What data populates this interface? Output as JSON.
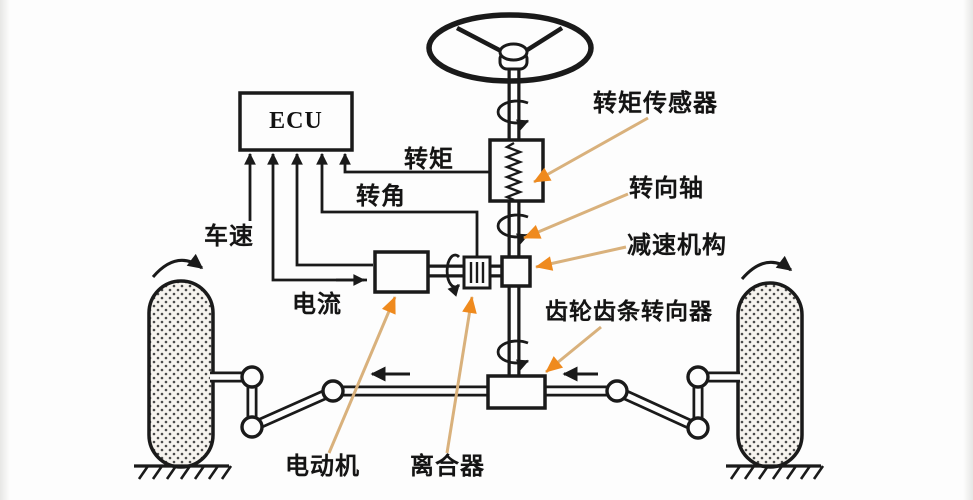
{
  "ecu": {
    "label": "ECU"
  },
  "signals": {
    "vehicle_speed": "车速",
    "current": "电流",
    "torque": "转矩",
    "steering_angle": "转角"
  },
  "components": {
    "torque_sensor": "转矩传感器",
    "steering_shaft": "转向轴",
    "reduction_mechanism": "减速机构",
    "rack_and_pinion_steering_gear": "齿轮齿条转向器",
    "electric_motor": "电动机",
    "clutch": "离合器"
  },
  "colors": {
    "line": "#1a1a1a",
    "callout_line": "#d9b17c",
    "callout_arrow": "#ef8a1e",
    "background": "#fdfdfd"
  }
}
